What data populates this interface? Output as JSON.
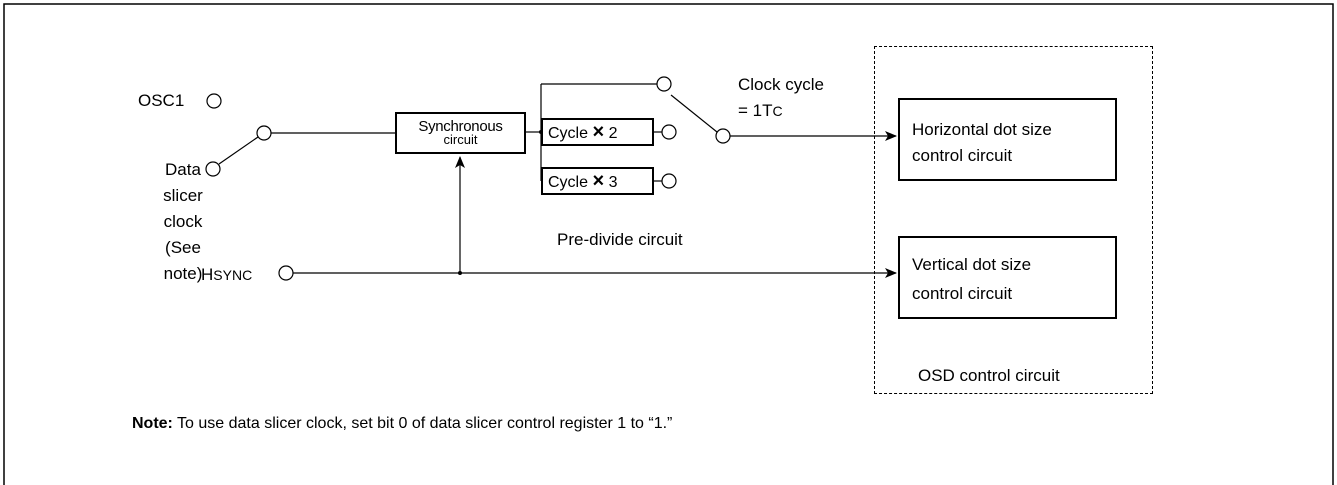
{
  "labels": {
    "osc1": "OSC1",
    "data_slicer_clock": [
      "Data",
      "slicer",
      "clock",
      "(See",
      "note)"
    ],
    "hsync_big": "H",
    "hsync_small": "SYNC",
    "synchronous_line1": "Synchronous",
    "synchronous_line2": "circuit",
    "cycle2_text": "Cycle",
    "cycle2_times": "×",
    "cycle2_num": "2",
    "cycle3_text": "Cycle",
    "cycle3_times": "×",
    "cycle3_num": "3",
    "pre_divide": "Pre-divide circuit",
    "clock_cycle_line1": "Clock cycle",
    "clock_cycle_line2a": "= 1T",
    "clock_cycle_line2b": "C",
    "horizontal_line1": "Horizontal dot size",
    "horizontal_line2": "control circuit",
    "vertical_line1": "Vertical dot size",
    "vertical_line2": "control circuit",
    "osd_control": "OSD control circuit"
  },
  "note": {
    "prefix": "Note:",
    "text": " To use data slicer clock, set bit 0 of data slicer control register 1 to “1.”"
  }
}
